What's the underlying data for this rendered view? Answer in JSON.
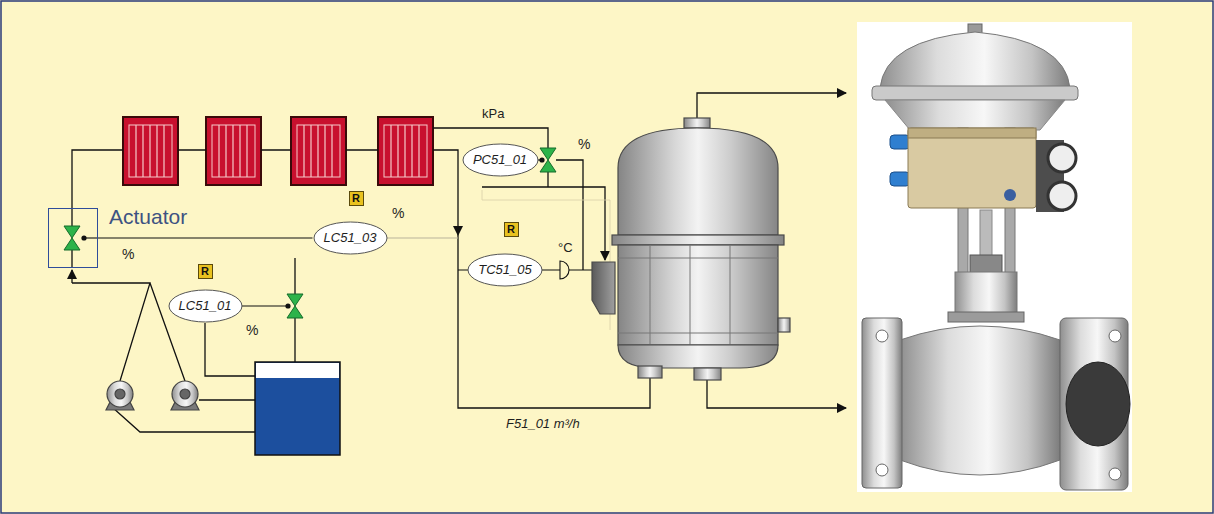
{
  "diagram": {
    "nodes": [
      {
        "text": [
          "PC51_01"
        ]
      },
      {
        "text": [
          "R"
        ]
      },
      {
        "text": [
          "Actuator"
        ]
      },
      {
        "text": [
          "LC51_03"
        ]
      },
      {
        "text": [
          "R"
        ]
      },
      {
        "text": [
          "TC51_05"
        ]
      },
      {
        "text": [
          "R"
        ]
      },
      {
        "text": [
          "LC51_01"
        ]
      }
    ],
    "edges": [
      {
        "from": 3,
        "to": 2,
        "arrow": "none"
      }
    ],
    "labels": [
      "kPa",
      "%",
      "%",
      "%",
      "%",
      "°C",
      "F51_01 m³/h"
    ]
  }
}
